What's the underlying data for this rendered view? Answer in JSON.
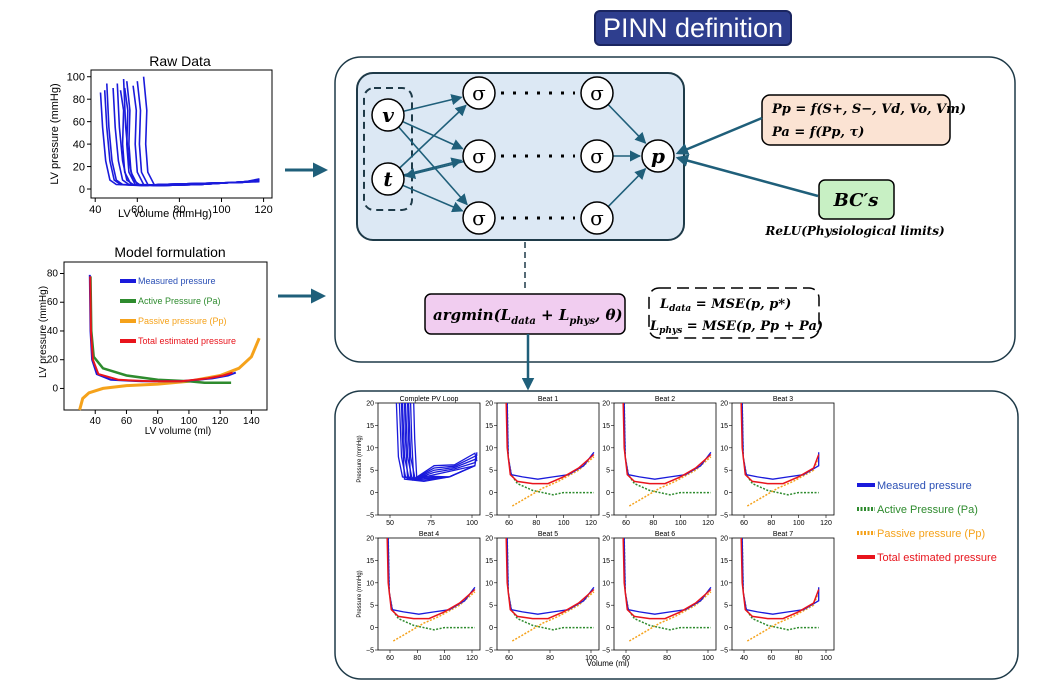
{
  "header": {
    "title": "PINN definition"
  },
  "raw_data": {
    "title": "Raw Data",
    "ylabel": "LV pressure (mmHg)",
    "xlabel": "LV volume (mmHg)",
    "xticks": [
      "40",
      "60",
      "80",
      "100",
      "120"
    ],
    "yticks": [
      "0",
      "20",
      "40",
      "60",
      "80",
      "100"
    ]
  },
  "model_formulation": {
    "title": "Model formulation",
    "ylabel": "LV pressure (mmHg)",
    "xlabel": "LV volume (ml)",
    "xticks": [
      "40",
      "60",
      "80",
      "100",
      "120",
      "140"
    ],
    "yticks": [
      "0",
      "20",
      "40",
      "60",
      "80"
    ],
    "legend": [
      "Measured pressure",
      "Active Pressure (Pa)",
      "Passive pressure (Pp)",
      "Total estimated pressure"
    ]
  },
  "network": {
    "inputs": [
      "v",
      "t"
    ],
    "hidden": "σ",
    "output": "p"
  },
  "equations": {
    "pp_label": "Pp = f(S+, S−, Vd, Vo, Vm)",
    "pa_label": "Pa = f(Pp, τ)",
    "bc_label": "BC′s",
    "relu_label": "ReLU(Physiological limits)",
    "argmin_label": "argmin(L",
    "argmin_sub1": "data",
    "argmin_plus": " + L",
    "argmin_sub2": "phys",
    "argmin_end": ", θ)",
    "ldata_a": "L",
    "ldata_sub": "data",
    "ldata_b": " = MSE(p, p*)",
    "lphys_a": "L",
    "lphys_sub": "phys",
    "lphys_b": " = MSE(p, Pp + Pa)"
  },
  "results": {
    "panels": [
      {
        "title": "Complete PV Loop",
        "xticks": [
          "50",
          "75",
          "100"
        ]
      },
      {
        "title": "Beat 1",
        "xticks": [
          "60",
          "80",
          "100",
          "120"
        ]
      },
      {
        "title": "Beat 2",
        "xticks": [
          "60",
          "80",
          "100",
          "120"
        ]
      },
      {
        "title": "Beat 3",
        "xticks": [
          "60",
          "80",
          "100",
          "120"
        ]
      },
      {
        "title": "Beat 4",
        "xticks": [
          "60",
          "80",
          "100",
          "120"
        ]
      },
      {
        "title": "Beat 5",
        "xticks": [
          "60",
          "80",
          "100"
        ]
      },
      {
        "title": "Beat 6",
        "xticks": [
          "60",
          "80",
          "100"
        ]
      },
      {
        "title": "Beat 7",
        "xticks": [
          "40",
          "60",
          "80",
          "100"
        ]
      }
    ],
    "yticks": [
      "20",
      "15",
      "10",
      "5",
      "0",
      "−5"
    ],
    "ylabel": "Pressure (mmHg)",
    "xlabel": "Volume (ml)",
    "legend": [
      "Measured pressure",
      "Active Pressure (Pa)",
      "Passive pressure (Pp)",
      "Total estimated pressure"
    ]
  },
  "colors": {
    "measured": "#1a1adb",
    "active": "#2e8b2e",
    "passive": "#f5a21b",
    "total": "#e8141c",
    "arrow": "#1f5f7a",
    "nn_fill": "#dce8f4",
    "pp_fill": "#fbe3d3",
    "bc_fill": "#c8f0c4",
    "argmin_fill": "#f1cdf0"
  }
}
